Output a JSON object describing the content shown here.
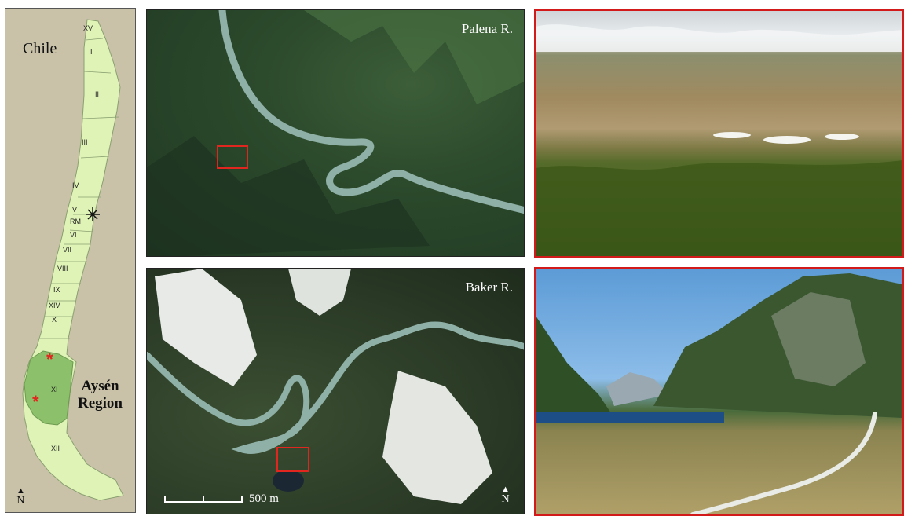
{
  "map": {
    "country": "Chile",
    "region_name": "Aysén",
    "region_word": "Region",
    "north": "N",
    "regions": [
      "XV",
      "I",
      "II",
      "III",
      "IV",
      "V",
      "RM",
      "VI",
      "VII",
      "VIII",
      "IX",
      "XIV",
      "X",
      "XI",
      "XII"
    ]
  },
  "aerials": {
    "palena": {
      "river": "Palena R."
    },
    "baker": {
      "river": "Baker R.",
      "scale": "500 m",
      "north": "N"
    }
  },
  "colors": {
    "land": "#dff3b7",
    "aysen": "#8cc06a",
    "background": "#c9c2a9",
    "site_marker": "#e0261e",
    "frame": "#d21a1a"
  },
  "icons": {
    "capital": "star-icon",
    "sites": "asterisk-icon"
  }
}
